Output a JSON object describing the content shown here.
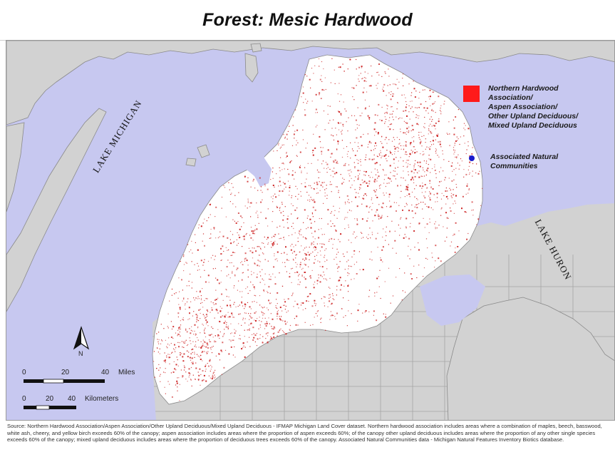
{
  "title": "Forest: Mesic Hardwood",
  "lake_labels": {
    "michigan": "LAKE MICHIGAN",
    "huron": "LAKE HURON"
  },
  "legend": {
    "items": [
      {
        "label": "Northern Hardwood\nAssociation/\nAspen Association/\nOther Upland Deciduous/\nMixed Upland Deciduous",
        "color": "#ff1a1a"
      },
      {
        "label": "Associated Natural\nCommunities",
        "color": "#1a1acc"
      }
    ]
  },
  "north_arrow": {
    "label": "N"
  },
  "scale_bar": {
    "miles": {
      "ticks": [
        "0",
        "20",
        "40"
      ],
      "unit": "Miles"
    },
    "kilometers": {
      "ticks": [
        "0",
        "20",
        "40"
      ],
      "unit": "Kilometers"
    }
  },
  "source_note": "Source: Northern Hardwood Association/Aspen Association/Other Upland Deciduous/Mixed Upland Deciduous - IFMAP Michigan Land Cover dataset. Northern hardwood association includes areas where a combination of maples, beech, basswood, white ash, cheery, and yellow birch exceeds 60% of the canopy; aspen association includes areas where the proportion of aspen exceeds 60%; of the canopy other upland deciduous includes areas where the proportion of any other single species exceeds 60% of the canopy; mixed upland deciduous includes areas where the proportion of deciduous trees exceeds 60% of the canopy. Associated Natural Communities data - Michigan Natural Features Inventory Biotics database.",
  "colors": {
    "water": "#c7c8f0",
    "neighbor_land": "#d2d2d2",
    "study_land": "#ffffff",
    "county_lines": "#a5a5a5",
    "forest": "#cc2020"
  }
}
